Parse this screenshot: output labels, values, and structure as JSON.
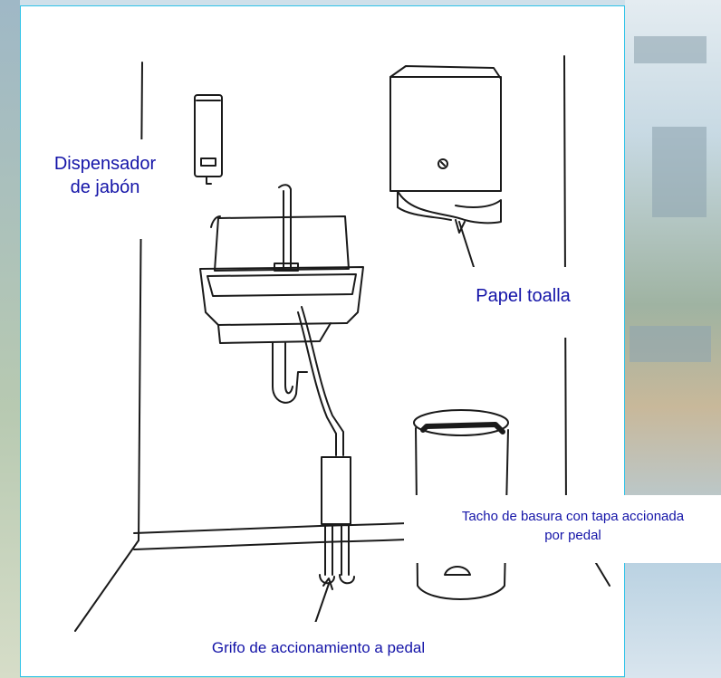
{
  "labels": {
    "soap_dispenser": [
      "Dispensador",
      "de jabón"
    ],
    "paper_towel": "Papel toalla",
    "trash_bin": [
      "Tacho de basura con tapa accionada",
      "por pedal"
    ],
    "pedal_tap": "Grifo de accionamiento  a pedal"
  },
  "colors": {
    "label_text": "#1414a8",
    "panel_border": "#2ec3e8",
    "ink": "#1a1a1a"
  }
}
